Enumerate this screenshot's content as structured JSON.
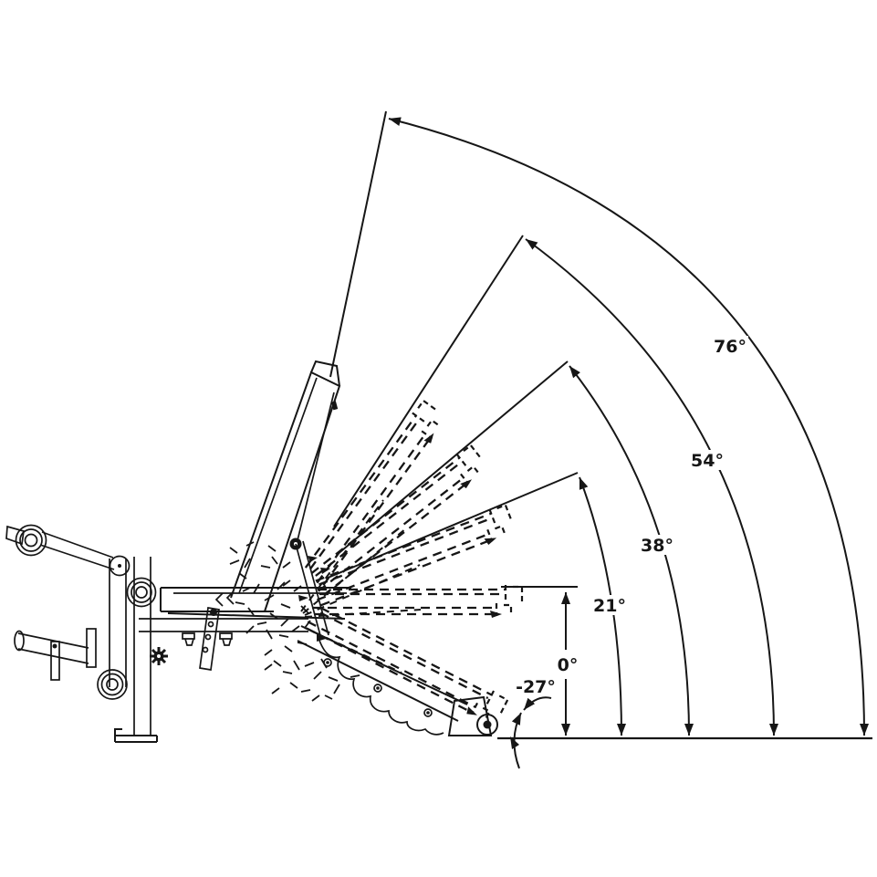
{
  "figure": {
    "description": "Technical line drawing of an adjustable weight bench (side view) with leg developer, showing the backrest tilted through its incline and decline positions",
    "background_color": "#ffffff",
    "line_color": "#161616"
  },
  "angles": [
    {
      "label": "76°",
      "value": 76
    },
    {
      "label": "54°",
      "value": 54
    },
    {
      "label": "38°",
      "value": 38
    },
    {
      "label": "21°",
      "value": 21
    },
    {
      "label": "0°",
      "value": 0
    },
    {
      "label": "-27°",
      "value": -27
    }
  ]
}
